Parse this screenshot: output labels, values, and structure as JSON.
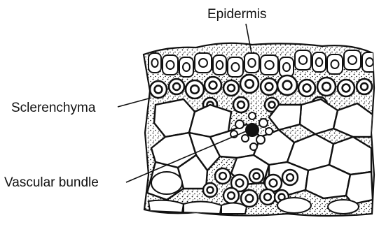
{
  "labels": {
    "epidermis": "Epidermis",
    "sclerenchyma": "Sclerenchyma",
    "vascular_bundle": "Vascular bundle"
  },
  "colors": {
    "ink": "#111111",
    "background": "#ffffff"
  }
}
